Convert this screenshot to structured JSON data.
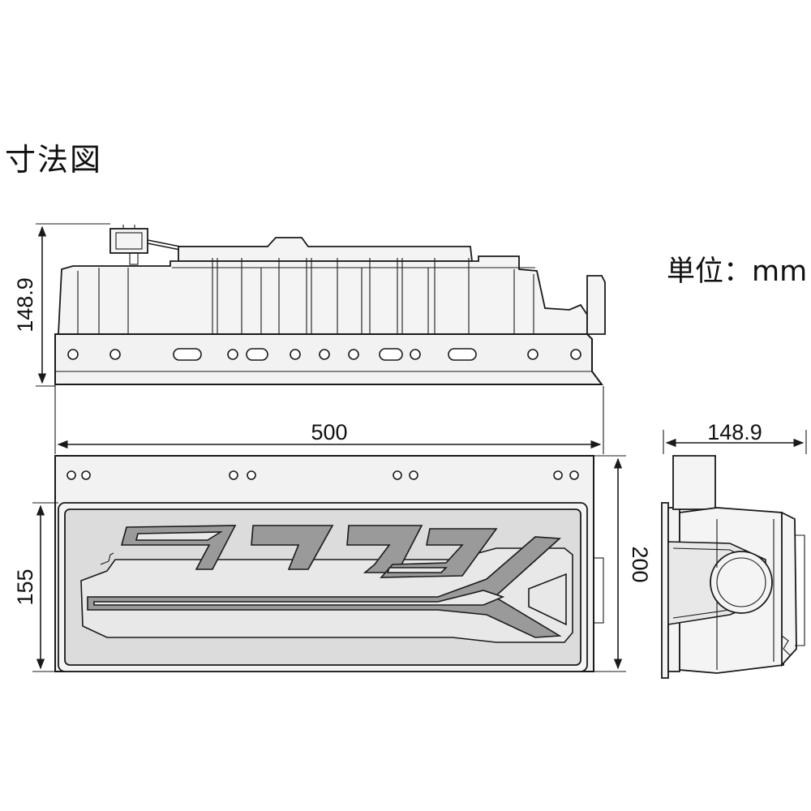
{
  "title": "寸法図",
  "unit_label": "単位：mm",
  "dimensions": {
    "top_view_height": "148.9",
    "front_width": "500",
    "front_inner_height": "155",
    "front_total_height": "200",
    "side_depth": "148.9"
  }
}
